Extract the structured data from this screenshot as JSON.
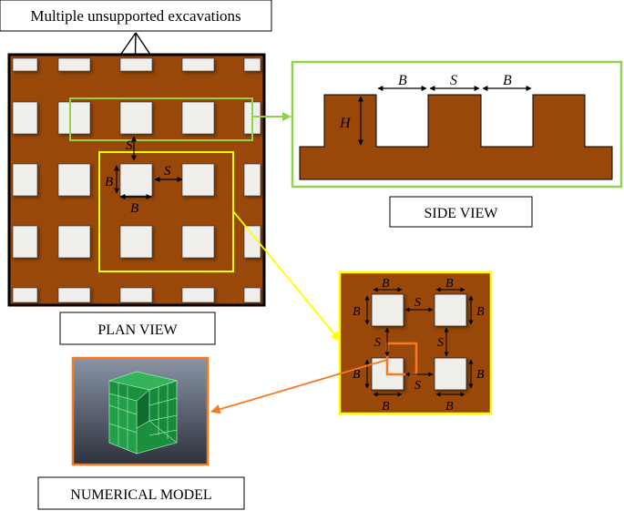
{
  "labels": {
    "callout": "Multiple unsupported excavations",
    "plan_view": "PLAN VIEW",
    "side_view": "SIDE VIEW",
    "numerical_model": "NUMERICAL MODEL"
  },
  "symbols": {
    "width": "B",
    "spacing": "S",
    "height": "H"
  },
  "colors": {
    "soil": "#99480a",
    "pit": "#f1efec",
    "side_view_frame": "#92d050",
    "detail_frame": "#ffff00",
    "model_frame": "#f47b20"
  }
}
